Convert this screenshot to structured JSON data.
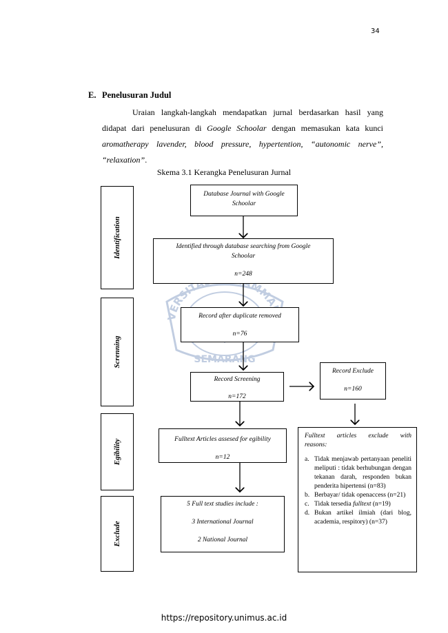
{
  "page_number": "34",
  "section": {
    "marker": "E.",
    "title": "Penelusuran Judul"
  },
  "paragraph": {
    "t1": "Uraian langkah-langkah mendapatkan jurnal berdasarkan hasil yang didapat dari penelusuran di ",
    "t2": "Google Schoolar",
    "t3": " dengan memasukan kata kunci ",
    "t4": "aromatherapy lavender, blood pressure, hypertention, “autonomic nerve”, “relaxation”",
    "t5": "."
  },
  "caption": "Skema 3.1 Kerangka Penelusuran Jurnal",
  "side_labels": {
    "identification": "Identification",
    "screening": "Screnning",
    "eligibility": "Egibility",
    "exclude": "Exclude"
  },
  "boxes": {
    "database": {
      "l1": "Database Journal with Google",
      "l2": "Schoolar"
    },
    "identified": {
      "l1": "Identified through database searching from Google",
      "l2": "Schoolar",
      "n": "n=248"
    },
    "duplicate": {
      "l1": "Record after duplicate removed",
      "n": "n=76"
    },
    "screening": {
      "l1": "Record Screening",
      "n": "n=172"
    },
    "exclude": {
      "l1": "Record Exclude",
      "n": "n=160"
    },
    "fulltext": {
      "l1": "Fulltext Articles assesed for egibility",
      "n": "n=12"
    },
    "included": {
      "l1": "5 Full text studies include :",
      "l2": "3 International Journal",
      "l3": "2 National Journal"
    }
  },
  "reasons": {
    "header_line1": "Fulltext articles exclude with",
    "header_line2": "reasons:",
    "items": [
      {
        "marker": "a.",
        "text": "Tidak menjawab pertanyaan peneliti meliputi : tidak berhubungan dengan tekanan darah, responden bukan penderita hipertensi (n=83)"
      },
      {
        "marker": "b.",
        "text": "Berbayar/ tidak openaccess (n=21)"
      },
      {
        "marker": "c.",
        "text_pre": "Tidak tersedia ",
        "text_em": "fulltext",
        "text_post": " (n=19)"
      },
      {
        "marker": "d.",
        "text": "Bukan artikel ilmiah (dari blog, academia, respitory) (n=37)"
      }
    ]
  },
  "watermark": {
    "top_text": "UNIVERSITAS MUHAMMADIYAH",
    "bottom_text": "SEMARANG"
  },
  "footer": "https://repository.unimus.ac.id"
}
